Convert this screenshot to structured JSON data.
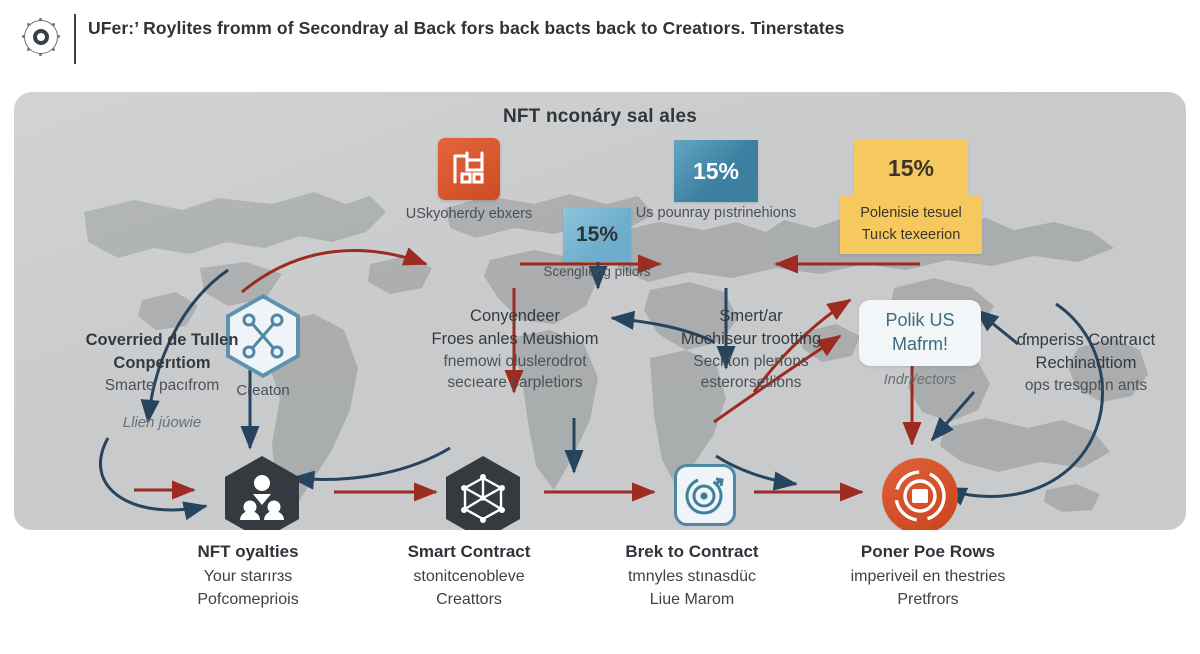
{
  "header": {
    "logo_icon": "compass-ring-icon",
    "title": "UFer:’ Roylites fromm of Secondray al Back fors back bacts back to Creatıors. Tinerstates"
  },
  "board": {
    "title": "NFT nconáry sal ales",
    "background_color": "#c9cacb",
    "map_color": "#a9abac"
  },
  "nodes": {
    "origin": {
      "icon": "factory-building-icon",
      "caption": "USkyoherdy ebxers",
      "color": "#d4522a"
    },
    "creator": {
      "icon": "network-share-hexagon-icon",
      "caption": "Creaton",
      "color": "#5d93ad"
    },
    "marketplace": {
      "icon": "platform-callout",
      "caption": "Polik US Mafrm!",
      "sub": "Indrı/ectors",
      "color": "#3f6b80"
    }
  },
  "badges": [
    {
      "value": "15%",
      "caption": "Scenglıong pitiors",
      "style": "light",
      "color": "#8fc4dc"
    },
    {
      "value": "15%",
      "caption": "Us pounray pıstrinehions",
      "style": "dark",
      "color": "#3c7fa0"
    },
    {
      "value": "15%",
      "caption": "Polenisie tesuel\nTuıck texeerion",
      "style": "yellow",
      "color": "#f6c95e"
    }
  ],
  "text_blocks": [
    {
      "name": "left-block",
      "lines": [
        "Coverried de Tullen",
        "Conperıtiom"
      ],
      "sub": [
        "Smartɵ pacıfrom"
      ],
      "italic": "Llien júowie"
    },
    {
      "name": "center-left-block",
      "lines": [
        "Conyendeer",
        "Froes anles Meushiom"
      ],
      "sub": [
        "fnemowi oluslerodrot",
        "secıeare carpletiors"
      ]
    },
    {
      "name": "center-right-block",
      "lines": [
        "Smert/ar",
        "Mochiseur trootting"
      ],
      "sub": [
        "Seckton plerfons",
        "esterorsetlions"
      ]
    },
    {
      "name": "right-block",
      "lines": [
        "ɗmperiss Contraıct",
        "Rechinadtiom"
      ],
      "sub": [
        "ops tresgptin ants"
      ]
    }
  ],
  "legend": [
    {
      "icon": "user-group-hexagon-icon",
      "title": "NFT oyalties",
      "lines": [
        "Your starırɜs",
        "Pofcomepriois"
      ]
    },
    {
      "icon": "blockchain-cube-hexagon-icon",
      "title": "Smart Contract",
      "lines": [
        "stonitcenobleve",
        "Creattors"
      ]
    },
    {
      "icon": "royalty-target-icon",
      "title": "Brek to Contract",
      "lines": [
        "tmnyles stınasdüc",
        "Liue Marom"
      ]
    },
    {
      "icon": "token-ring-icon",
      "title": "Poner Poe Rows",
      "lines": [
        "imperiveil en thestries",
        "Pretfrors"
      ]
    }
  ],
  "arrows": {
    "red": "#9c2b21",
    "navy": "#27445e"
  }
}
